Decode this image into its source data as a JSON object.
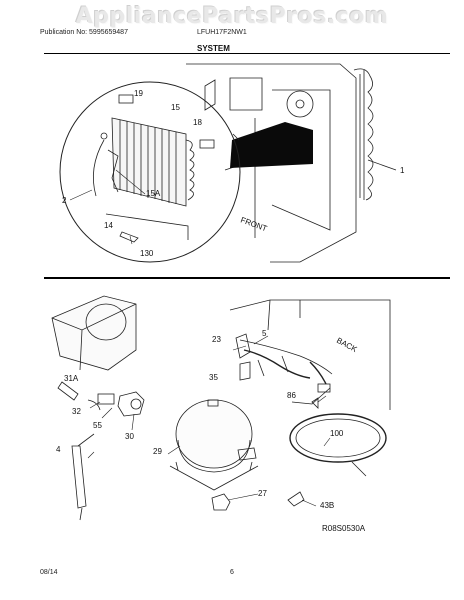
{
  "watermark": "AppliancePartsPros.com",
  "header": {
    "publication": "Publication No: 5995659487",
    "model": "LFUH17F2NW1",
    "section": "SYSTEM"
  },
  "callouts": {
    "top": [
      "19",
      "15",
      "18",
      "2",
      "15A",
      "14",
      "130",
      "1"
    ],
    "bottom": [
      "5",
      "23",
      "35",
      "86",
      "31A",
      "32",
      "55",
      "30",
      "4",
      "29",
      "100",
      "27",
      "43B"
    ]
  },
  "panel_text": {
    "front": "FRONT",
    "back": "BACK"
  },
  "drawing_code": "R08S0530A",
  "footer": {
    "date": "08/14",
    "page": "6"
  }
}
